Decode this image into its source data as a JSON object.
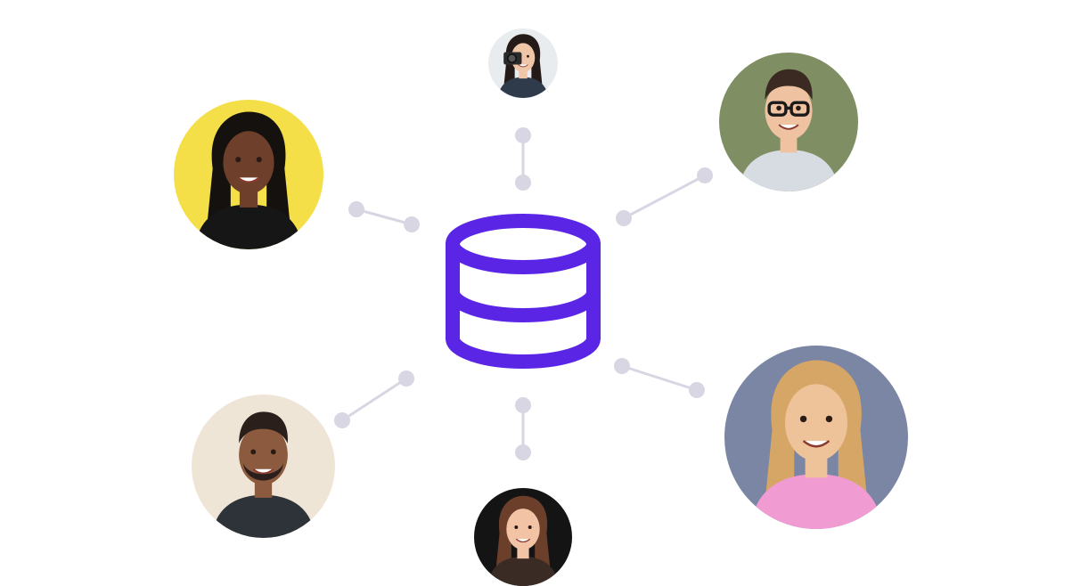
{
  "diagram": {
    "center_icon": "database-icon",
    "accent_color": "#5b25e6",
    "connector_color": "#d9d6e3",
    "people": [
      {
        "id": "woman-photographer",
        "icon": "person-photo",
        "bg": "#e9ecef",
        "skin": "#efc6a8",
        "hair": "#241b18",
        "shirt": "#2f3a4a"
      },
      {
        "id": "man-glasses",
        "icon": "person-photo",
        "bg": "#7f8f63",
        "skin": "#efc2a2",
        "hair": "#3b2a22",
        "shirt": "#d7dbe2"
      },
      {
        "id": "woman-yellow-bg",
        "icon": "person-photo",
        "bg": "#f4df48",
        "skin": "#6e3f2a",
        "hair": "#15110f",
        "shirt": "#161616"
      },
      {
        "id": "woman-long-hair",
        "icon": "person-photo",
        "bg": "#7a86a3",
        "skin": "#efc39a",
        "hair": "#d6a667",
        "shirt": "#f19bd3"
      },
      {
        "id": "man-beard",
        "icon": "person-photo",
        "bg": "#efe5d6",
        "skin": "#8b5a3f",
        "hair": "#2a1f1b",
        "shirt": "#2d3338"
      },
      {
        "id": "woman-dark-bg",
        "icon": "person-photo",
        "bg": "#141414",
        "skin": "#f2c3a4",
        "hair": "#6b3f2a",
        "shirt": "#3b2b25"
      }
    ]
  }
}
